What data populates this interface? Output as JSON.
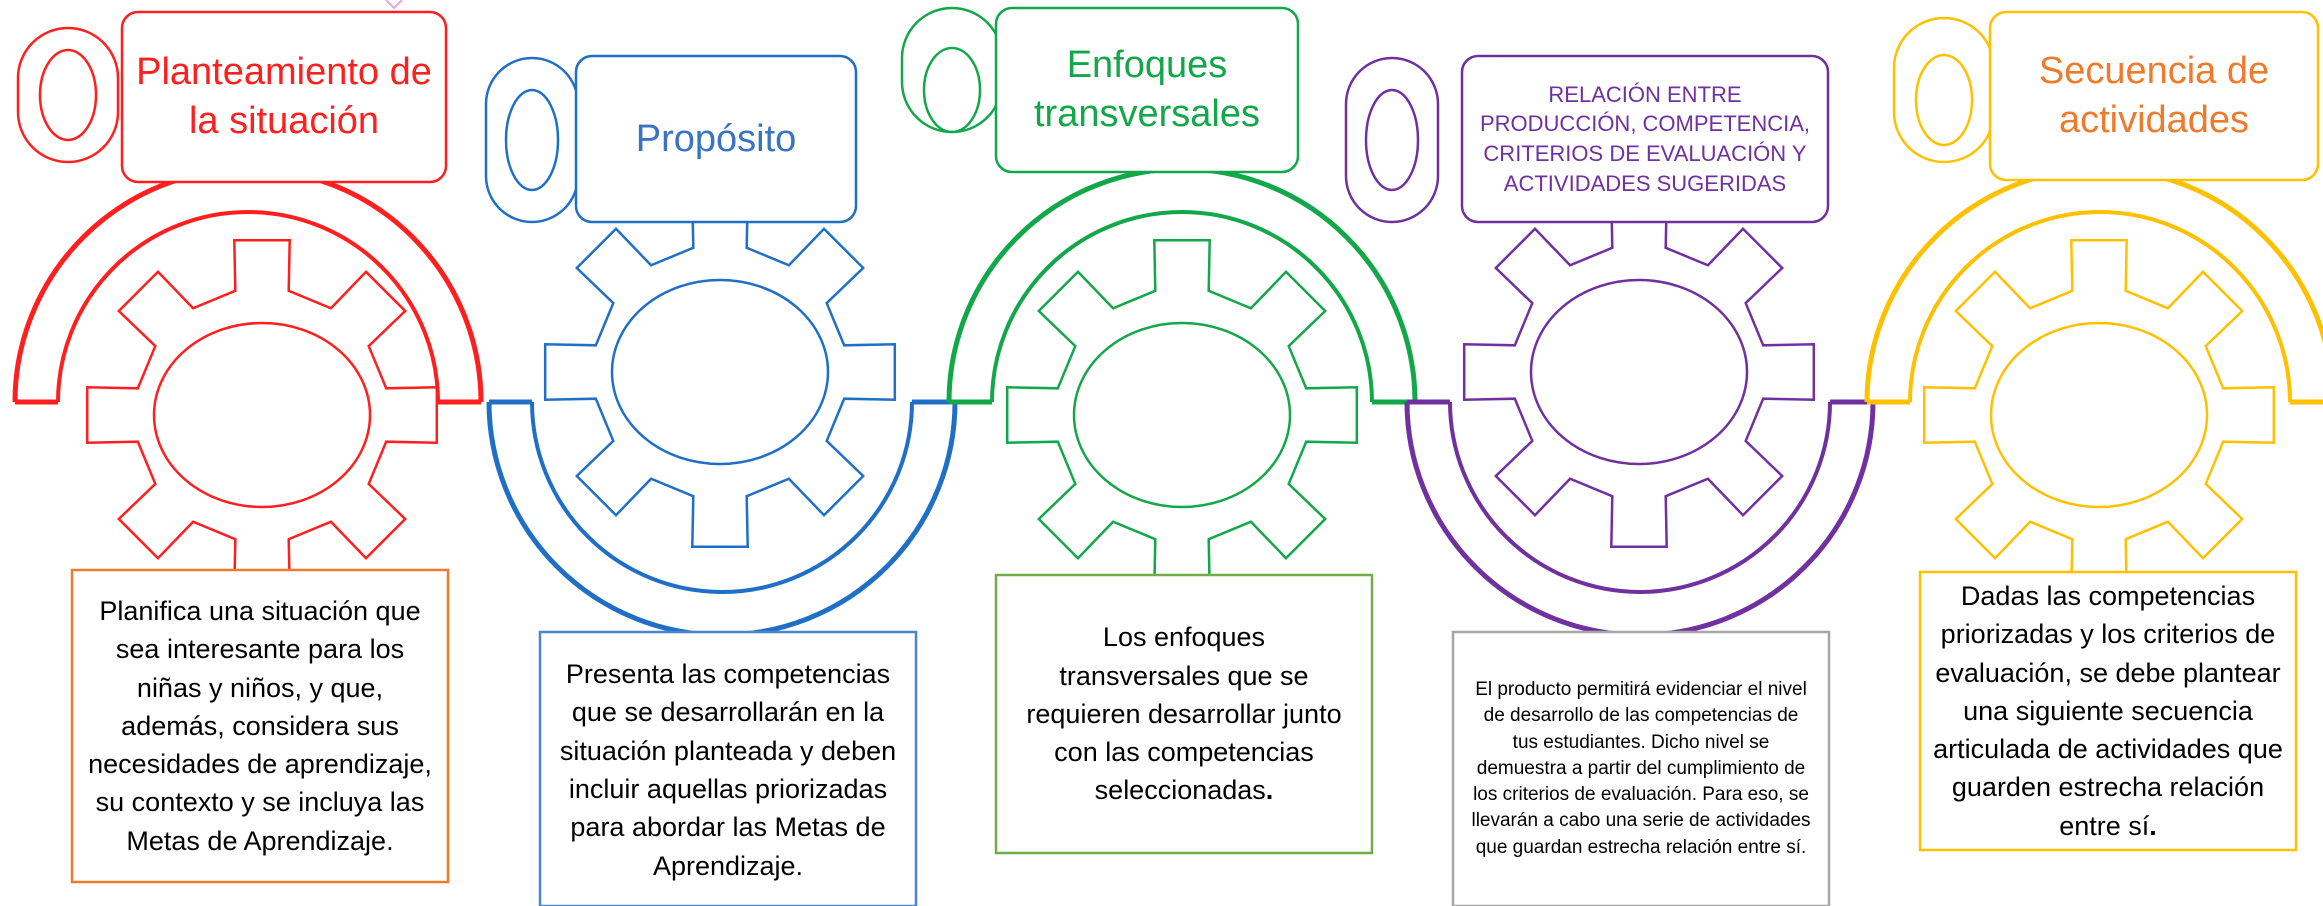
{
  "colors": {
    "red": "#ff1f1f",
    "blue": "#1f6fc6",
    "green": "#12a84a",
    "purple": "#7030a0",
    "yellow": "#ffc000",
    "orange": "#f07a2c",
    "box_green": "#70ad47",
    "box_gray": "#a5a5a5"
  },
  "steps": [
    {
      "title": "Planteamiento de la situación",
      "description": "Planifica una situación que sea interesante para los niñas y niños, y que, además, considera sus necesidades de aprendizaje, su contexto y se incluya las Metas de Aprendizaje."
    },
    {
      "title": "Propósito",
      "description": "Presenta las competencias que se desarrollarán en la situación planteada y deben incluir aquellas priorizadas para abordar las Metas de Aprendizaje."
    },
    {
      "title": "Enfoques transversales",
      "description": "Los enfoques transversales que se requieren desarrollar junto con las competencias seleccionadas",
      "description_end": "."
    },
    {
      "title": "RELACIÓN ENTRE PRODUCCIÓN, COMPETENCIA, CRITERIOS DE EVALUACIÓN Y ACTIVIDADES SUGERIDAS",
      "description": "El producto permitirá evidenciar el nivel de desarrollo de las competencias de tus estudiantes. Dicho nivel se demuestra a partir del cumplimiento de los criterios de evaluación. Para eso, se llevarán a cabo una serie de actividades que guardan estrecha relación entre sí."
    },
    {
      "title": "Secuencia de actividades",
      "description": "Dadas las competencias priorizadas y los criterios de evaluación, se debe plantear una siguiente secuencia articulada de actividades que guarden estrecha relación entre sí",
      "description_end": "."
    }
  ]
}
